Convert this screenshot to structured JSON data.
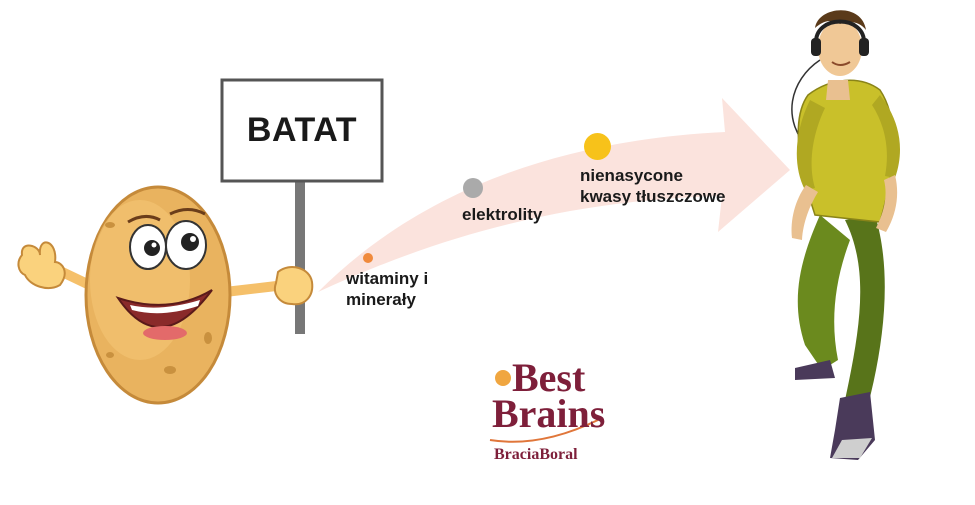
{
  "sign": {
    "text": "BATAT"
  },
  "nutrients": [
    {
      "label_line1": "witaminy i",
      "label_line2": "minerały",
      "color": "#f08a3c"
    },
    {
      "label_line1": "elektrolity",
      "label_line2": "",
      "color": "#aaaaaa"
    },
    {
      "label_line1": "nienasycone",
      "label_line2": "kwasy tłuszczowe",
      "color": "#f7c21a"
    }
  ],
  "logo": {
    "word1": "Best",
    "word2": "Brains",
    "sub1": "Bracia",
    "sub2": "Boral"
  },
  "colors": {
    "arrow": "#fbe3dd",
    "potato": "#e9b35f",
    "shirt": "#c9c02a",
    "pants": "#6b8a1e",
    "logo": "#7e1f3a"
  }
}
